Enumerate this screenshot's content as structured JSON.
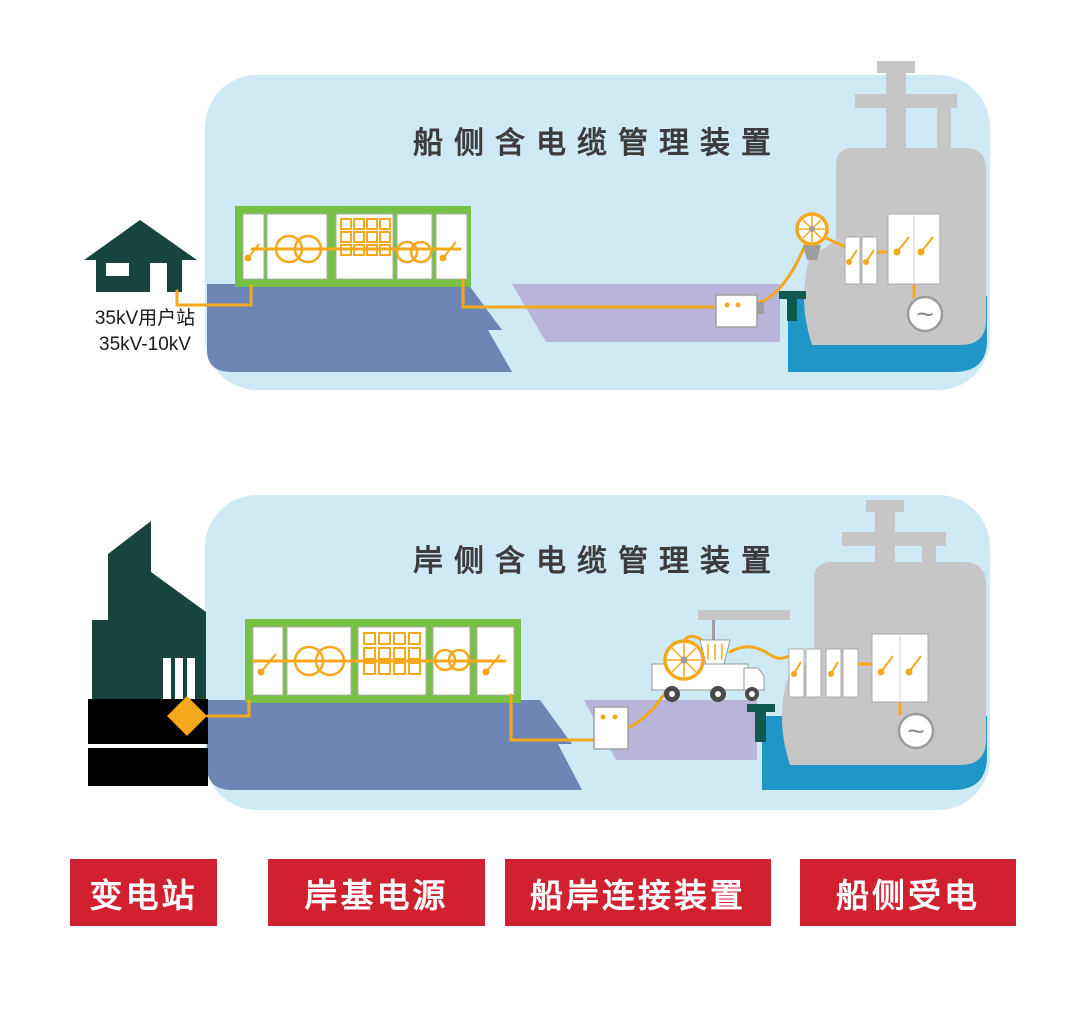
{
  "panel_top": {
    "title": "船侧含电缆管理装置"
  },
  "panel_bottom": {
    "title": "岸侧含电缆管理装置"
  },
  "substation": {
    "line1": "35kV用户站",
    "line2": "35kV-10kV"
  },
  "diagram": {
    "generator_symbol": "~"
  },
  "legend": {
    "items": [
      {
        "label": "变电站"
      },
      {
        "label": "岸基电源"
      },
      {
        "label": "船岸连接装置"
      },
      {
        "label": "船侧受电"
      }
    ]
  },
  "colors": {
    "panel_blue": "#CFE9F5",
    "facility_green": "#78C043",
    "cable_orange": "#F5A81C",
    "platform_blue": "#6D85B5",
    "pier_purple": "#B8B4DA",
    "water_blue": "#1F95C8",
    "ship_gray": "#C6C6C6",
    "building_teal": "#17453E",
    "legend_red": "#D1202F"
  }
}
